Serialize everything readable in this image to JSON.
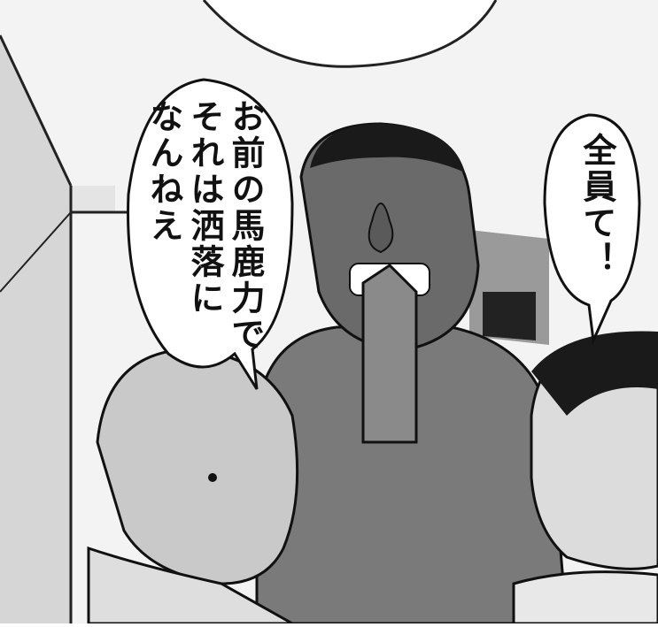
{
  "speech": {
    "left_bubble_lines": [
      "お前の馬鹿力で",
      "それは洒落に",
      "なんねえ"
    ],
    "right_bubble_text": "全員て！"
  }
}
